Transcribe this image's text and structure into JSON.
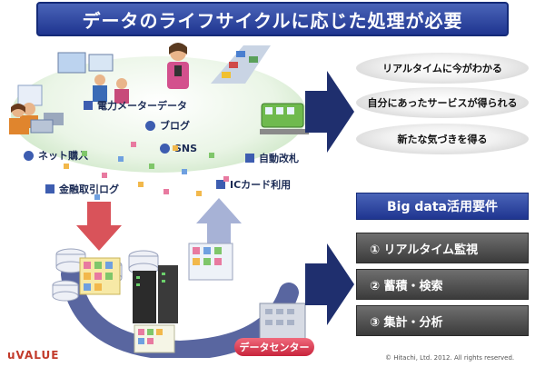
{
  "title": "データのライフサイクルに応じた処理が必要",
  "sources": {
    "smart_meter": "電力メーターデータ",
    "blog": "ブログ",
    "sns": "SNS",
    "net_purchase": "ネット購入",
    "auto_gate": "自動改札",
    "ic_card": "ICカード利用",
    "financial_log": "金融取引ログ"
  },
  "benefits": [
    "リアルタイムに今がわかる",
    "自分にあったサービスが得られる",
    "新たな気づきを得る"
  ],
  "requirements": {
    "header": "Big data活用要件",
    "items": [
      "① リアルタイム監視",
      "② 蓄積・検索",
      "③ 集計・分析"
    ]
  },
  "data_center_label": "データセンター",
  "logo": "uVALUE",
  "copyright": "© Hitachi, Ltd. 2012. All rights reserved.",
  "colors": {
    "title_bg": "#1f3590",
    "accent_blue": "#3d5db0",
    "arrow_navy": "#1f2f6e",
    "requirement_bg": "#3b3b3b",
    "data_center_pink": "#c8243c",
    "down_arrow": "#d9535a",
    "up_arrow": "#a7b2d6"
  }
}
